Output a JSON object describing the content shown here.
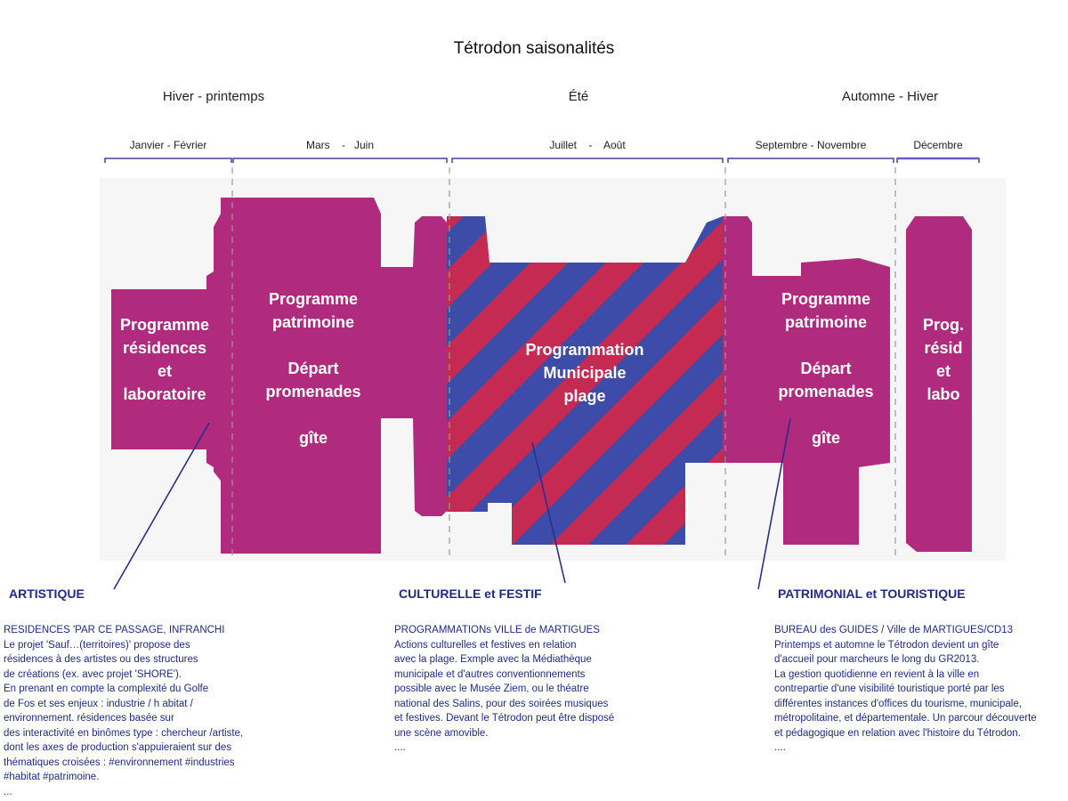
{
  "title": "Tétrodon saisonalités",
  "seasons": [
    {
      "label": "Hiver - printemps"
    },
    {
      "label": "Été"
    },
    {
      "label": "Automne - Hiver"
    }
  ],
  "months": [
    {
      "label": "Janvier - Février"
    },
    {
      "label": "Mars    -   Juin"
    },
    {
      "label": "Juillet    -    Août"
    },
    {
      "label": "Septembre - Novembre"
    },
    {
      "label": "Décembre"
    }
  ],
  "blocks": {
    "residences": "Programme\nrésidences\net\nlaboratoire",
    "patrimoine_left": "Programme\npatrimoine\n\nDépart\npromenades\n\ngîte",
    "municipale": "Programmation\nMunicipale\nplage",
    "patrimoine_right": "Programme\npatrimoine\n\nDépart\npromenades\n\ngîte",
    "prog_resid": "Prog.\nrésid\net\nlabo"
  },
  "categories": {
    "artistique": {
      "title": "ARTISTIQUE",
      "text": "RESIDENCES 'PAR CE PASSAGE, INFRANCHI\nLe projet 'Sauf…(territoires)' propose des\nrésidences à des artistes ou des structures\nde créations (ex. avec projet 'SHORE').\nEn prenant en compte la complexité du Golfe\nde Fos et ses enjeux  : industrie / h abitat /\nenvironnement.  résidences basée sur\ndes interactivité en binômes type : chercheur /artiste,\ndont les axes de production s'appuieraient sur des\nthématiques croisées : #environnement  #industries\n#habitat #patrimoine.\n..."
    },
    "culturelle": {
      "title": "CULTURELLE et FESTIF",
      "text": "PROGRAMMATIONs VILLE de MARTIGUES\nActions culturelles et festives en relation\navec la plage. Exmple avec la Médiathèque\nmunicipale et d'autres conventionnements\npossible avec le Musée Ziem, ou le théatre\nnational des Salins, pour des soirées musiques\net festives. Devant le Tétrodon peut être disposé\nune scène amovible.\n...."
    },
    "patrimonial": {
      "title": "PATRIMONIAL et TOURISTIQUE",
      "text": "BUREAU des GUIDES / Ville de MARTIGUES/CD13\nPrintemps et automne le Tétrodon devient un gîte\nd'accueil pour marcheurs le long du GR2013.\nLa gestion quotidienne en revient à la ville en\ncontrepartie d'une visibilité touristique porté par les\ndifférentes instances d'offices du tourisme, municipale,\nmétropolitaine, et départementale. Un parcour  découverte\net pédagogique en relation avec l'histoire du Tétrodon.\n...."
    }
  },
  "colors": {
    "magenta": "#b02a7e",
    "stripe_blue": "#3d4ca8",
    "stripe_red": "#c42a52",
    "navy": "#1f2a8a",
    "dash": "#9a9a9a",
    "bracket": "#4b3ea0"
  }
}
